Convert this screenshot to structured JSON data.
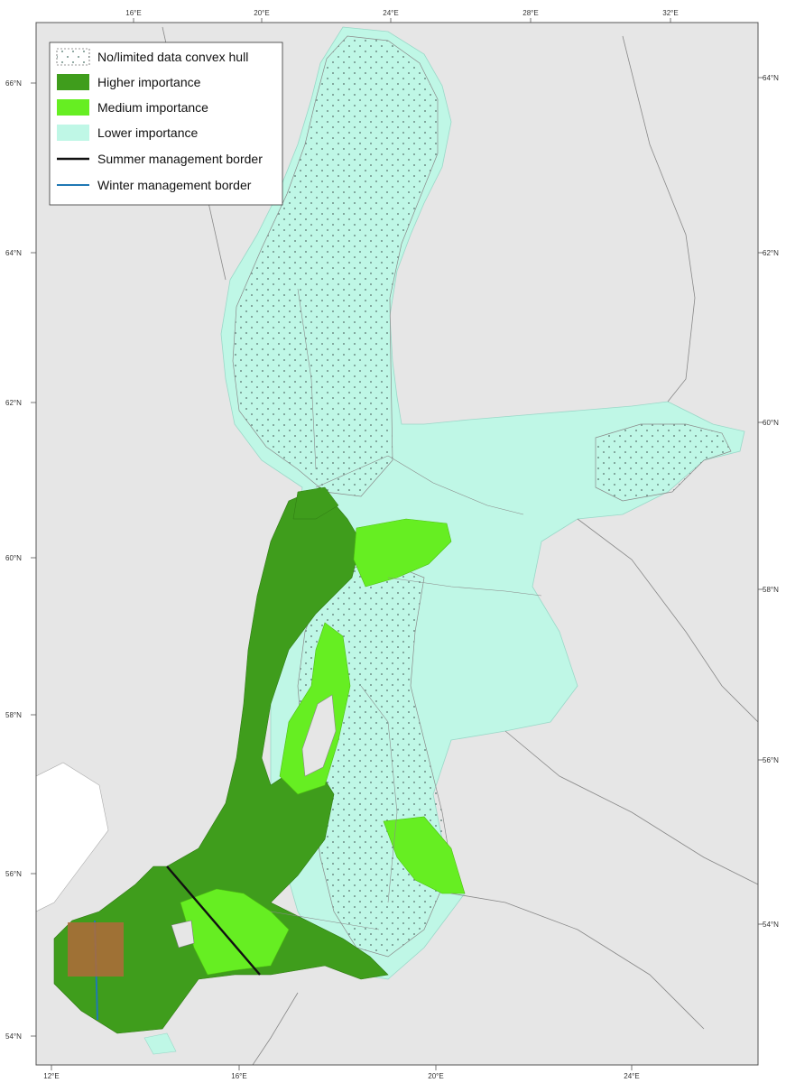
{
  "colors": {
    "background_land": "#e6e6e6",
    "outside_frame": "#ffffff",
    "higher": "#3f9d1c",
    "medium": "#66ee22",
    "lower": "#bff7e6",
    "summer_border": "#111111",
    "winter_border": "#1f78b4",
    "overlay_box": "#b06a3a",
    "dots": "#6f8f86",
    "country_lines": "#888888"
  },
  "top_ticks": [
    "16°E",
    "20°E",
    "24°E",
    "28°E",
    "32°E"
  ],
  "bottom_ticks": [
    "12°E",
    "16°E",
    "20°E",
    "24°E"
  ],
  "left_ticks": [
    "66°N",
    "64°N",
    "62°N",
    "60°N",
    "58°N",
    "56°N",
    "54°N"
  ],
  "right_ticks": [
    "64°N",
    "62°N",
    "60°N",
    "58°N",
    "56°N",
    "54°N"
  ],
  "legend": {
    "items": [
      {
        "label": "No/limited data convex hull",
        "symbol": "dots"
      },
      {
        "label": "Higher importance",
        "symbol": "higher"
      },
      {
        "label": "Medium importance",
        "symbol": "medium"
      },
      {
        "label": "Lower importance",
        "symbol": "lower"
      },
      {
        "label": "Summer management border",
        "symbol": "summer-line"
      },
      {
        "label": "Winter management border",
        "symbol": "winter-line"
      }
    ]
  }
}
